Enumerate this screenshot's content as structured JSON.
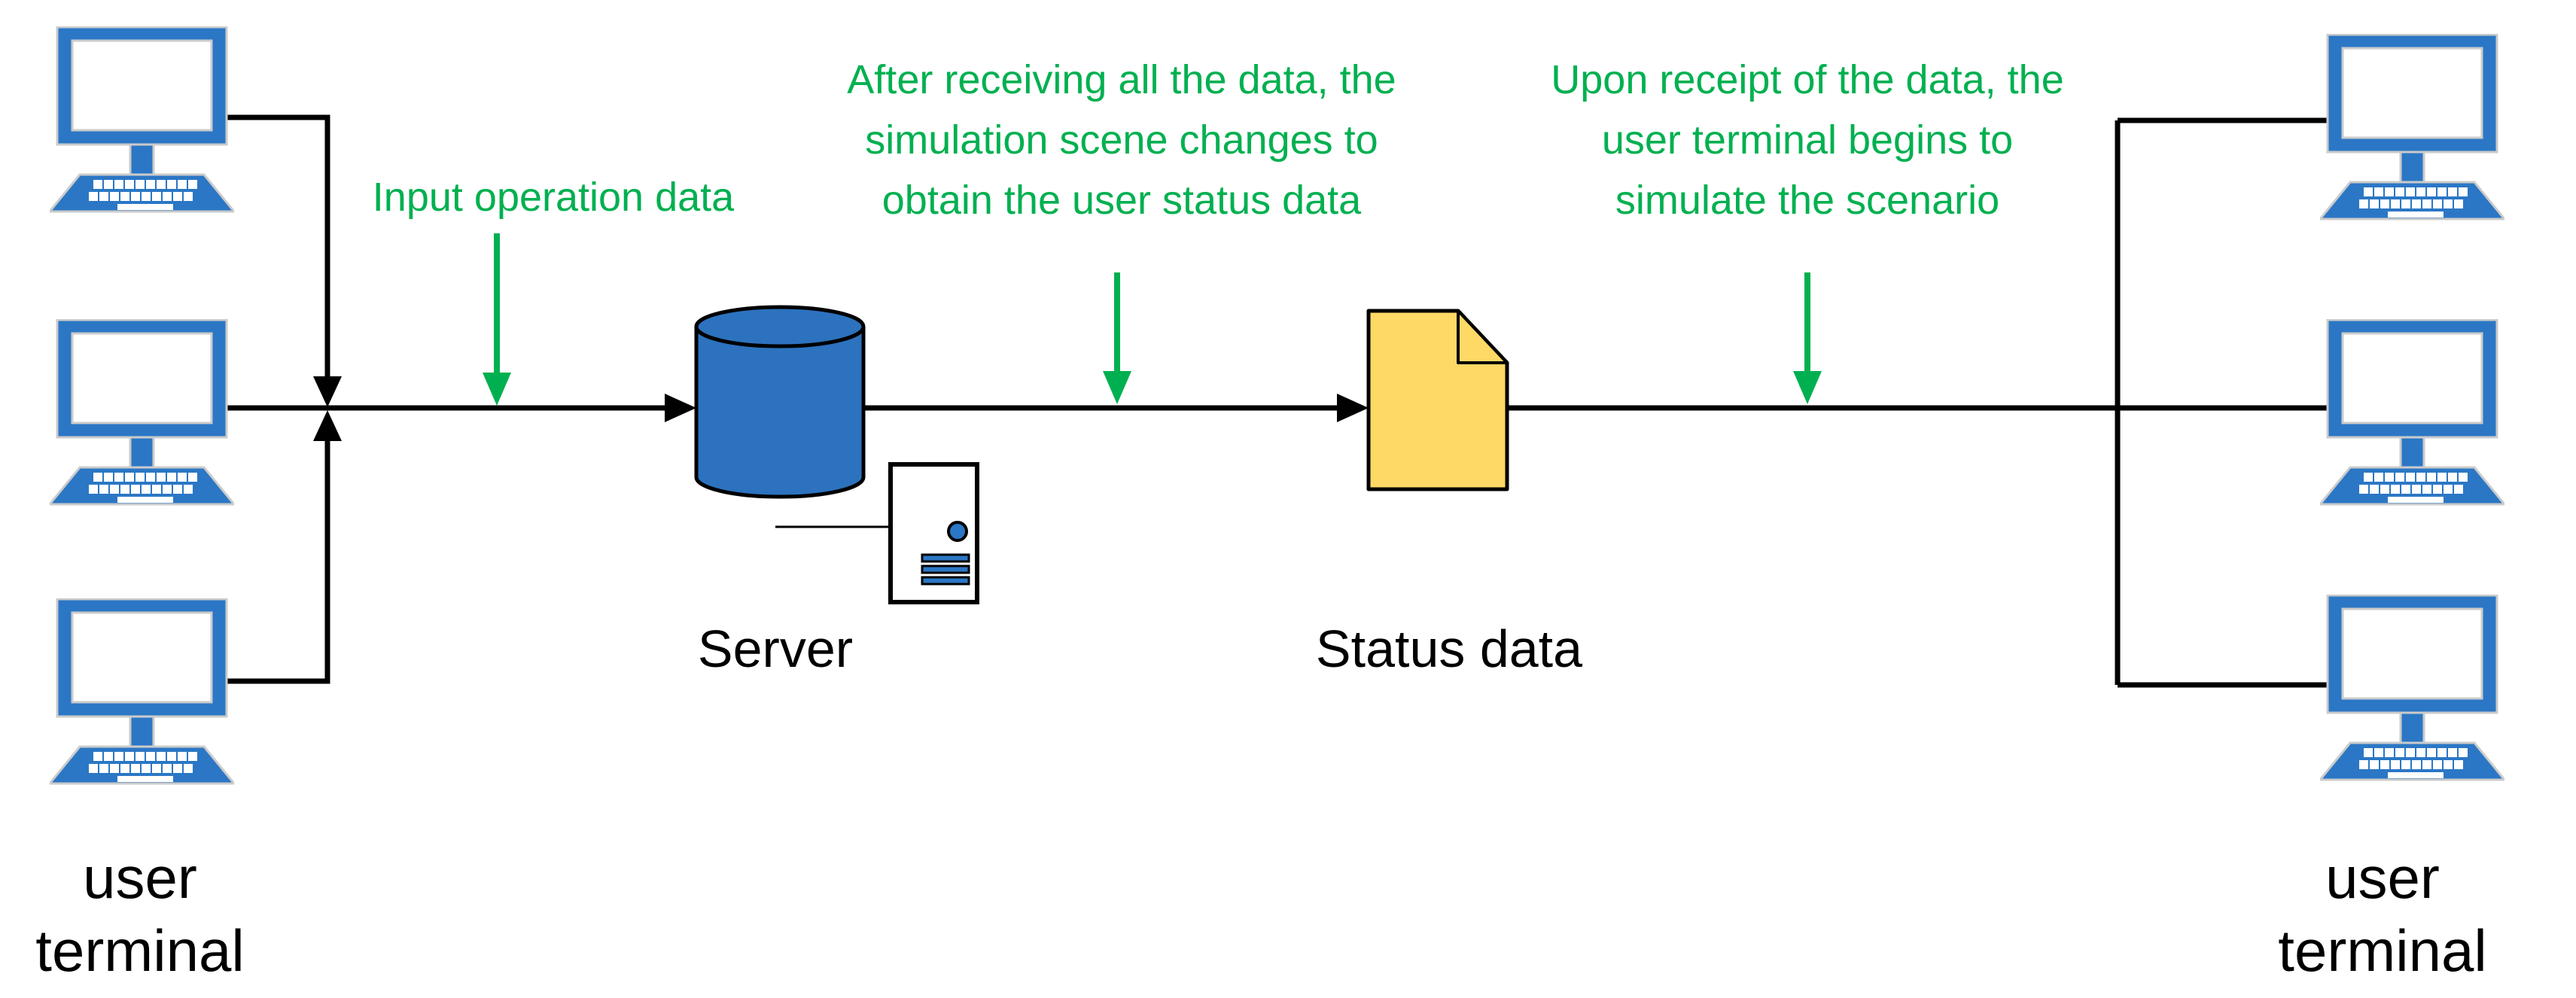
{
  "diagram": {
    "colors": {
      "annotation_green": "#00B050",
      "device_blue": "#2B77C5",
      "cylinder_blue": "#2C72BE",
      "document_yellow": "#FFD966",
      "line_black": "#000000",
      "icon_outline_gray": "#CBCBCB",
      "background": "#FFFFFF"
    },
    "annotations": {
      "input": {
        "text": "Input operation data"
      },
      "after": {
        "lines": [
          "After receiving all the data, the",
          "simulation scene changes to",
          "obtain the user status data"
        ]
      },
      "upon": {
        "lines": [
          "Upon receipt of the data, the",
          "user terminal begins to",
          "simulate the scenario"
        ]
      }
    },
    "nodes": {
      "server": {
        "label": "Server"
      },
      "status_data": {
        "label": "Status data"
      },
      "left_terminals": {
        "label": "user terminal",
        "count": 3
      },
      "right_terminals": {
        "label": "user terminal",
        "count": 3
      }
    }
  }
}
